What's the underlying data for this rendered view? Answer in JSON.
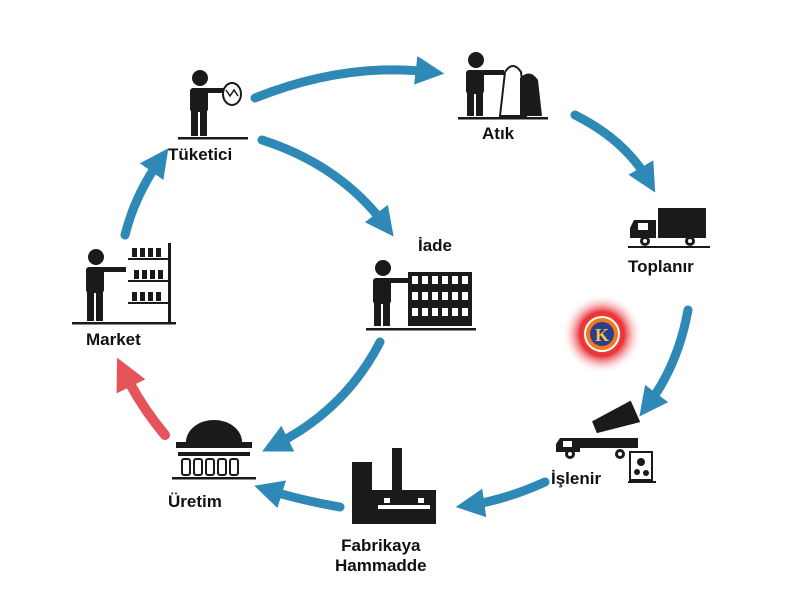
{
  "diagram": {
    "nodes": {
      "tuketici": "Tüketici",
      "atik": "Atık",
      "toplanir": "Toplanır",
      "islenir": "İşlenir",
      "fabrika_line1": "Fabrikaya",
      "fabrika_line2": "Hammadde",
      "uretim": "Üretim",
      "market": "Market",
      "iade": "İade"
    },
    "badge_letter": "K",
    "colors": {
      "arrow": "#2e89b6",
      "highlight_arrow": "#e5545a",
      "icon": "#1a1a1a",
      "badge_ring": "#e8333a",
      "badge_core": "#f07a1c",
      "badge_inner": "#ffffff"
    }
  }
}
